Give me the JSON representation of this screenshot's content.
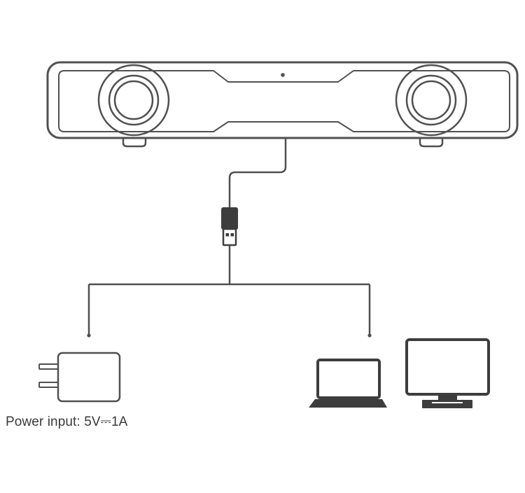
{
  "power_input": {
    "label": "Power input:",
    "voltage": "5V",
    "dc_symbol": "⎓",
    "current": "1A"
  },
  "colors": {
    "line": "#505050",
    "dark_fill": "#3d3d3d",
    "background": "#ffffff"
  }
}
